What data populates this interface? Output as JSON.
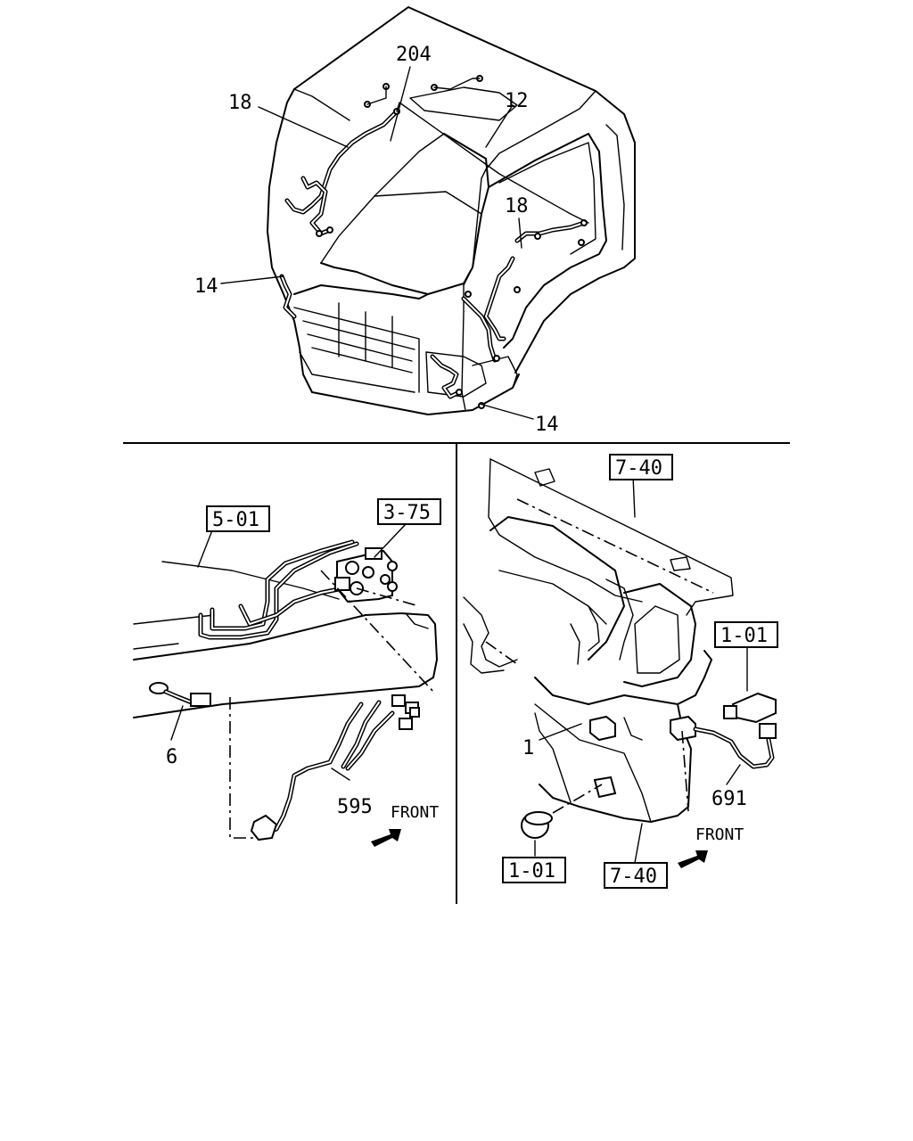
{
  "cab_view": {
    "callouts": [
      "204",
      "18",
      "12",
      "18",
      "14",
      "14"
    ]
  },
  "left_panel": {
    "ref_boxes": [
      "5-01",
      "3-75"
    ],
    "callouts": [
      "6",
      "595"
    ],
    "direction_label": "FRONT"
  },
  "right_panel": {
    "ref_boxes": [
      "7-40",
      "1-01",
      "1-01",
      "7-40"
    ],
    "callouts": [
      "1",
      "691"
    ],
    "direction_label": "FRONT"
  }
}
